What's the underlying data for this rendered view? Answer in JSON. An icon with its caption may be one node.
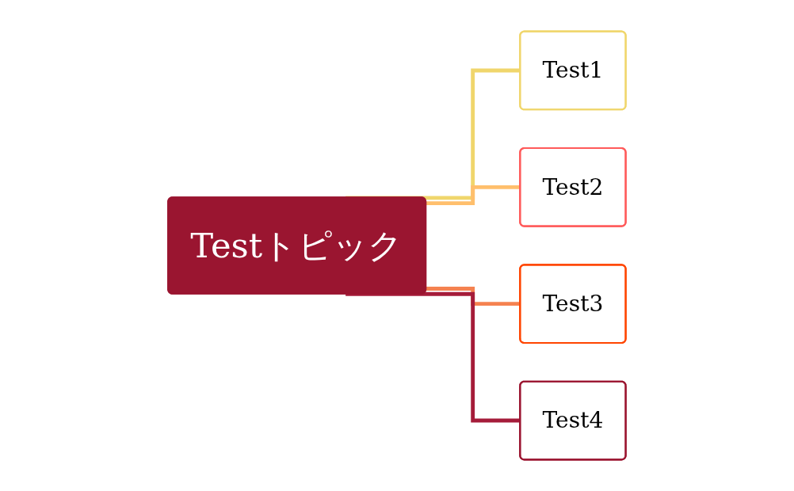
{
  "diagram": {
    "nodes": [
      {
        "text": [
          "Testトピック"
        ]
      },
      {
        "text": [
          "Test1"
        ]
      },
      {
        "text": [
          "Test2"
        ]
      },
      {
        "text": [
          "Test3"
        ]
      },
      {
        "text": [
          "Test4"
        ]
      }
    ],
    "edges": [
      {
        "from": 0,
        "to": 1,
        "arrow": "none",
        "color": "#f0d66c"
      },
      {
        "from": 0,
        "to": 2,
        "arrow": "none",
        "color": "#ffbf6c"
      },
      {
        "from": 0,
        "to": 3,
        "arrow": "none",
        "color": "#f58250"
      },
      {
        "from": 0,
        "to": 4,
        "arrow": "none",
        "color": "#a51c3a"
      }
    ]
  }
}
